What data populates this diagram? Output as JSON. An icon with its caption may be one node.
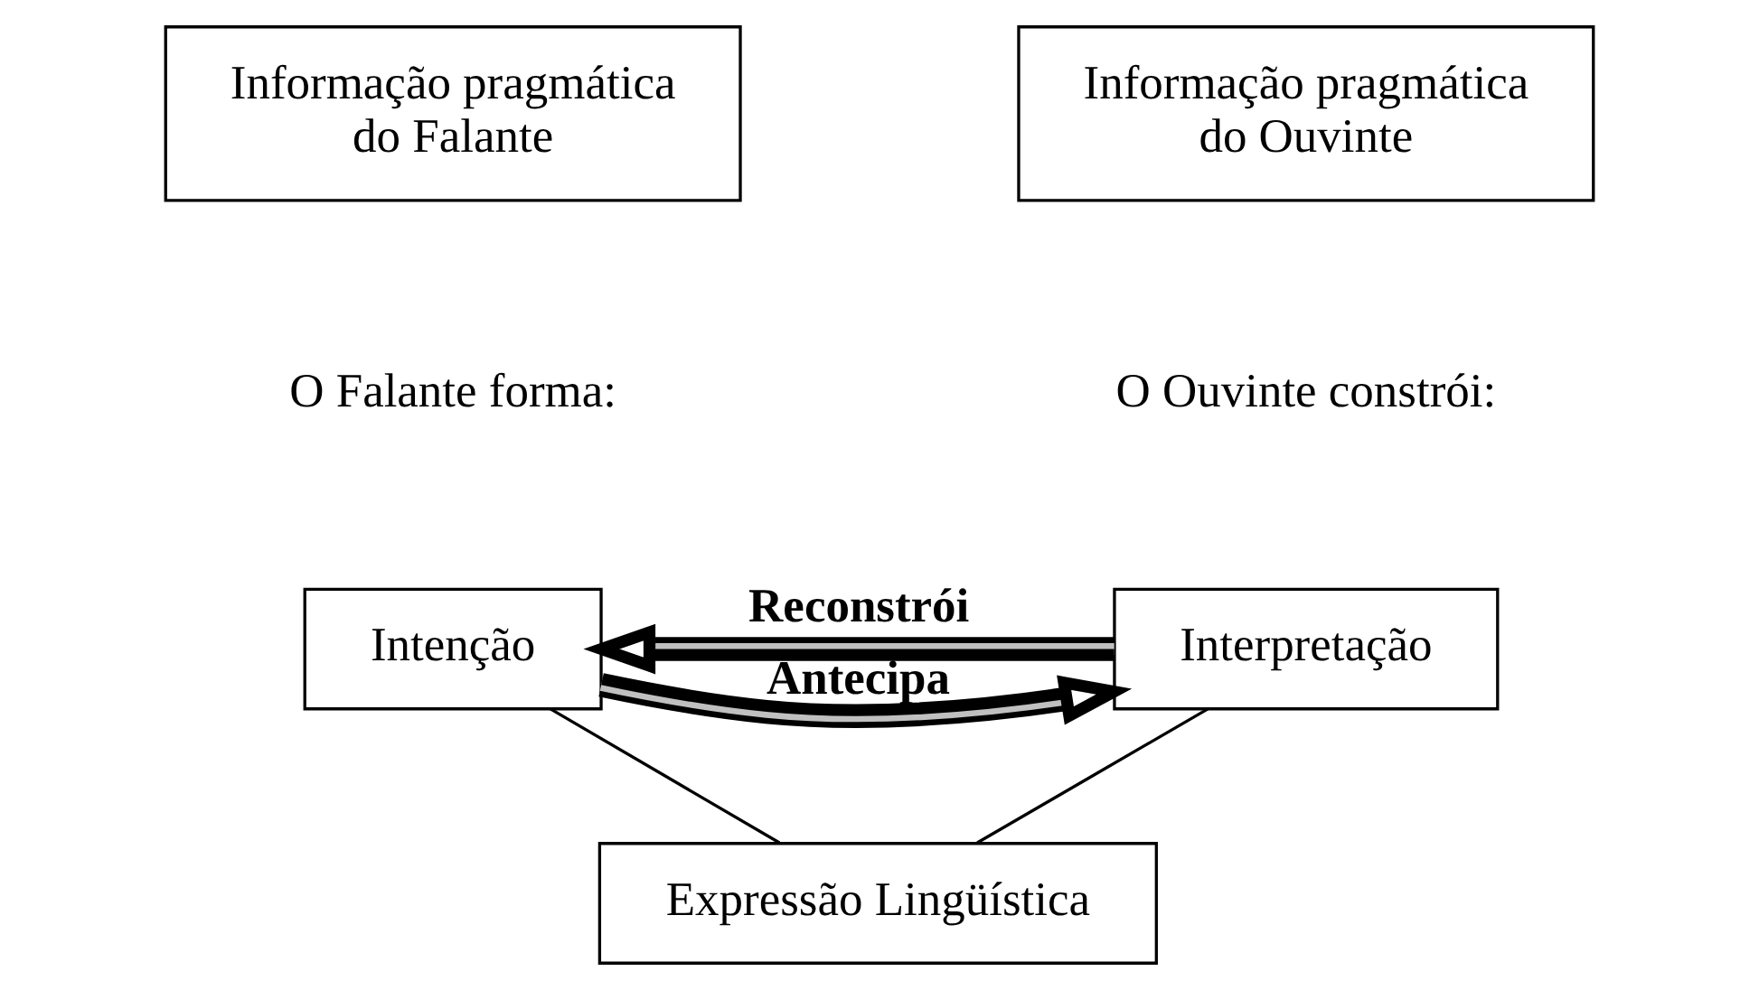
{
  "diagram": {
    "nodes": [
      {
        "text": [
          "Informação pragmática do Falante"
        ]
      },
      {
        "text": [
          "Informação pragmática do Ouvinte"
        ]
      },
      {
        "text": [
          "Intenção"
        ]
      },
      {
        "text": [
          "Interpretação"
        ]
      },
      {
        "text": [
          "Expressão Lingüística"
        ]
      }
    ],
    "edges": [
      {
        "from": 2,
        "to": 3,
        "arrow": "to",
        "label": "Antecipa",
        "style": "thick"
      },
      {
        "from": 3,
        "to": 2,
        "arrow": "to",
        "label": "Reconstrói",
        "style": "thick"
      },
      {
        "from": 2,
        "to": 4,
        "arrow": "none"
      },
      {
        "from": 3,
        "to": 4,
        "arrow": "none"
      }
    ],
    "labels": [
      "O Falante forma:",
      "O Ouvinte constrói:"
    ]
  }
}
